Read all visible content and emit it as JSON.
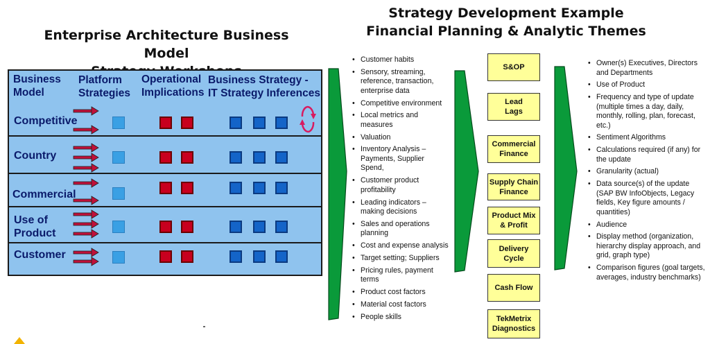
{
  "titles": {
    "left_line1": "Enterprise Architecture Business Model",
    "left_line2": "Strategy Workshops",
    "right_line1": "Strategy Development Example",
    "right_line2": "Financial Planning & Analytic Themes"
  },
  "grid": {
    "headers": [
      {
        "line1": "Business",
        "line2": "Model"
      },
      {
        "line1": "Platform",
        "line2": "Strategies"
      },
      {
        "line1": "Operational",
        "line2": "Implications"
      },
      {
        "line1": "Business Strategy -",
        "line2": "IT Strategy Inferences"
      }
    ],
    "rows": [
      {
        "line1": "Competitive",
        "line2": ""
      },
      {
        "line1": "Country",
        "line2": ""
      },
      {
        "line1": "Commercial",
        "line2": ""
      },
      {
        "line1": "Use of",
        "line2": "Product"
      },
      {
        "line1": "Customer",
        "line2": ""
      }
    ]
  },
  "data_list": [
    "Customer habits",
    "Sensory, streaming, reference, transaction, enterprise data",
    "Competitive environment",
    "Local metrics and measures",
    "Valuation",
    "Inventory Analysis – Payments, Supplier Spend,",
    "Customer product profitability",
    "Leading indicators – making decisions",
    "Sales and operations planning",
    "Cost and expense analysis",
    "Target setting; Suppliers",
    "Pricing rules, payment terms",
    "Product cost factors",
    "Material cost factors",
    "People skills"
  ],
  "themes": [
    {
      "line1": "S&OP",
      "line2": ""
    },
    {
      "line1": "Lead",
      "line2": "Lags"
    },
    {
      "line1": "Commercial",
      "line2": "Finance"
    },
    {
      "line1": "Supply Chain",
      "line2": "Finance"
    },
    {
      "line1": "Product Mix",
      "line2": "& Profit"
    },
    {
      "line1": "Delivery",
      "line2": "Cycle"
    },
    {
      "line1": "Cash Flow",
      "line2": ""
    },
    {
      "line1": "TekMetrix",
      "line2": "Diagnostics"
    }
  ],
  "update_list": [
    "Owner(s) Executives, Directors and Departments",
    "Use of Product",
    "Frequency and type of update (multiple times a day, daily, monthly, rolling, plan, forecast, etc.)",
    "Sentiment Algorithms",
    "Calculations required (if any) for the update",
    "Granularity (actual)",
    "Data source(s) of the update (SAP BW InfoObjects, Legacy fields, Key figure amounts / quantities)",
    "Audience",
    "Display method (organization, hierarchy display approach, and grid, graph type)",
    "Comparison figures (goal targets, averages, industry benchmarks)"
  ],
  "colors": {
    "grid_bg": "#8fc3ee",
    "header_text": "#0a1a6a",
    "arrow_green": "#0a9a3a",
    "theme_box": "#ffff99",
    "red_square": "#c8001e",
    "blue_square": "#1464c8",
    "light_blue_square": "#3aa0e4",
    "cycle_icon": "#d81b60"
  }
}
